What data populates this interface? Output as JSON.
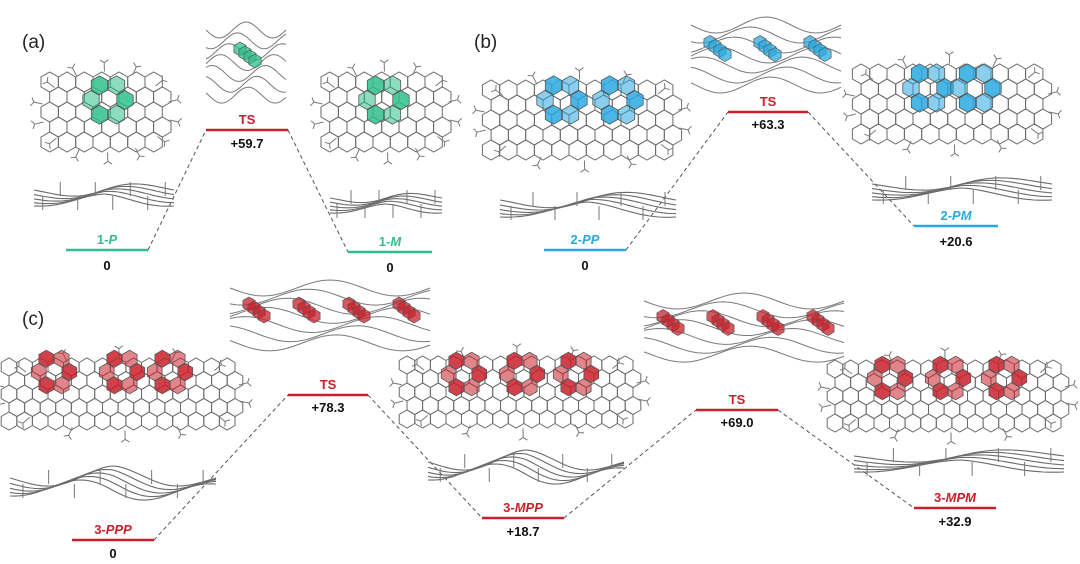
{
  "colors": {
    "green": "#2fbf8a",
    "blue": "#29a9e0",
    "red": "#c8202a",
    "black": "#111111"
  },
  "panels": {
    "a": {
      "label": "(a)",
      "levels": [
        {
          "name": "1-",
          "name_italic": "P",
          "energy": "0",
          "color": "green"
        },
        {
          "name": "TS",
          "name_italic": "",
          "energy": "+59.7",
          "color": "red"
        },
        {
          "name": "1-",
          "name_italic": "M",
          "energy": "0",
          "color": "green"
        }
      ]
    },
    "b": {
      "label": "(b)",
      "levels": [
        {
          "name": "2-",
          "name_italic": "PP",
          "energy": "0",
          "color": "blue"
        },
        {
          "name": "TS",
          "name_italic": "",
          "energy": "+63.3",
          "color": "red"
        },
        {
          "name": "2-",
          "name_italic": "PM",
          "energy": "+20.6",
          "color": "blue"
        }
      ]
    },
    "c": {
      "label": "(c)",
      "levels": [
        {
          "name": "3-",
          "name_italic": "PPP",
          "energy": "0",
          "color": "red"
        },
        {
          "name": "TS",
          "name_italic": "",
          "energy": "+78.3",
          "color": "red"
        },
        {
          "name": "3-",
          "name_italic": "MPP",
          "energy": "+18.7",
          "color": "red"
        },
        {
          "name": "TS",
          "name_italic": "",
          "energy": "+69.0",
          "color": "red"
        },
        {
          "name": "3-",
          "name_italic": "MPM",
          "energy": "+32.9",
          "color": "red"
        }
      ]
    }
  }
}
